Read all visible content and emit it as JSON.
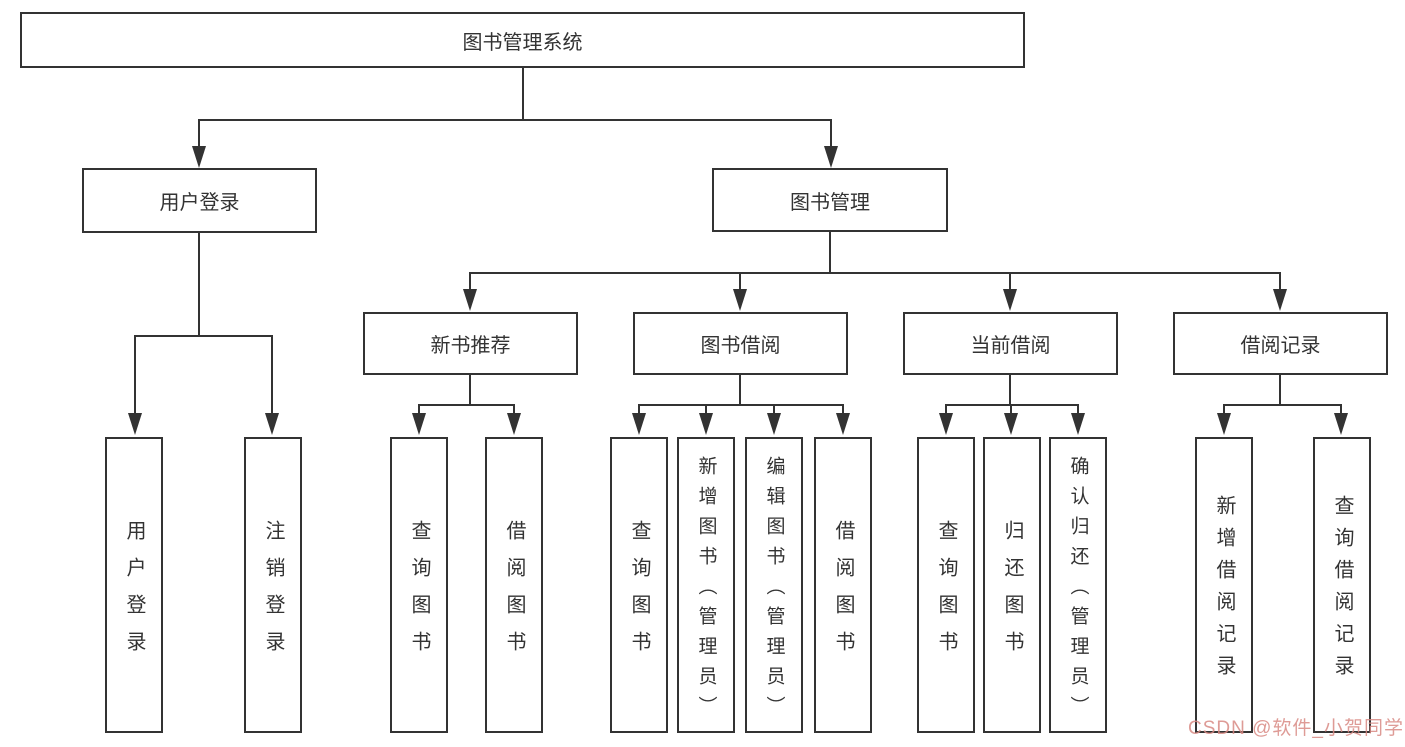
{
  "root": {
    "label": "图书管理系统"
  },
  "level2": {
    "user_login": {
      "label": "用户登录"
    },
    "book_mgmt": {
      "label": "图书管理"
    }
  },
  "level3": {
    "new_book_rec": {
      "label": "新书推荐"
    },
    "book_borrow": {
      "label": "图书借阅"
    },
    "current_borrow": {
      "label": "当前借阅"
    },
    "borrow_records": {
      "label": "借阅记录"
    }
  },
  "leaves": {
    "user_login_leaf": "用户登录",
    "logout": "注销登录",
    "rec_query_books": "查询图书",
    "rec_borrow_books": "借阅图书",
    "borrow_query_books": "查询图书",
    "borrow_add_books": "新增图书（管理员）",
    "borrow_edit_books": "编辑图书（管理员）",
    "borrow_borrow_books": "借阅图书",
    "cur_query_books": "查询图书",
    "cur_return_books": "归还图书",
    "cur_confirm_return": "确认归还（管理员）",
    "records_add_record": "新增借阅记录",
    "records_query_record": "查询借阅记录"
  },
  "watermark": {
    "text": "CSDN @软件_小贺同学"
  },
  "colors": {
    "line": "#333333",
    "text": "#333333",
    "background": "#ffffff",
    "watermark": "#d88a84"
  }
}
